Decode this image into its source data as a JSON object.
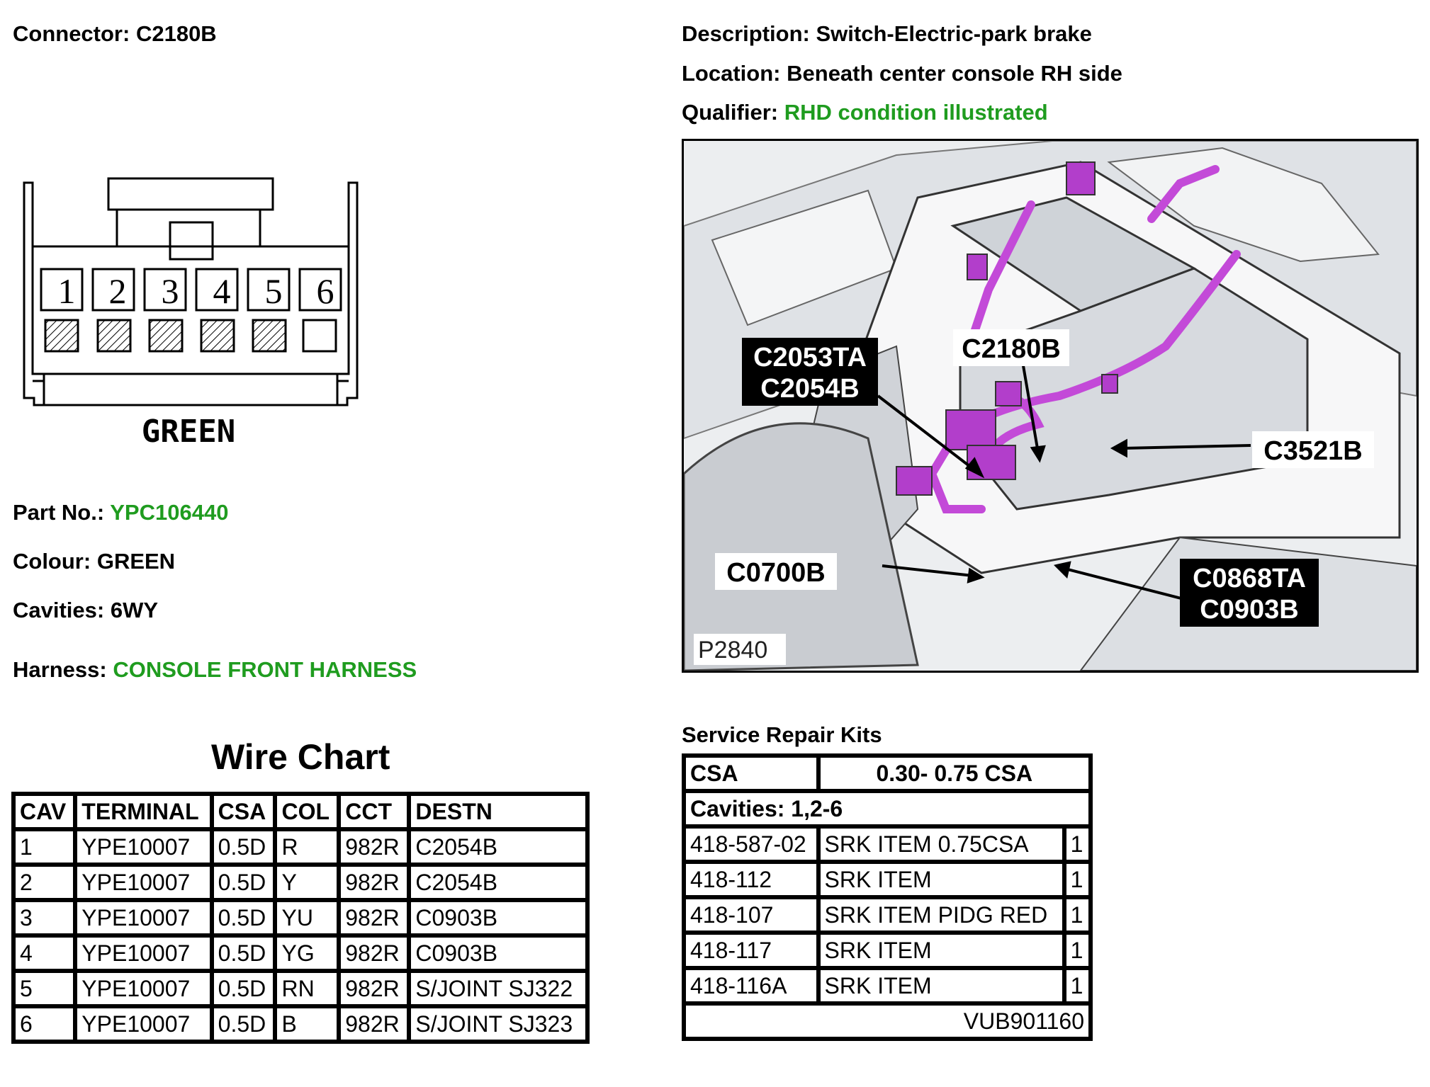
{
  "header": {
    "connector_key": "Connector:",
    "connector_value": "C2180B",
    "description_key": "Description:",
    "description_value": "Switch-Electric-park brake",
    "location_key": "Location:",
    "location_value": "Beneath center console RH side",
    "qualifier_key": "Qualifier:",
    "qualifier_value": "RHD condition illustrated"
  },
  "connector_diagram": {
    "pins": [
      "1",
      "2",
      "3",
      "4",
      "5",
      "6"
    ],
    "populated": [
      true,
      true,
      true,
      true,
      true,
      false
    ],
    "colour_label": "GREEN"
  },
  "details": {
    "part_key": "Part No.:",
    "part_value": "YPC106440",
    "colour_key": "Colour:",
    "colour_value": "GREEN",
    "cavities_key": "Cavities:",
    "cavities_value": "6WY",
    "harness_key": "Harness:",
    "harness_value": "CONSOLE FRONT HARNESS"
  },
  "photo": {
    "callouts": {
      "c2053ta": "C2053TA",
      "c2054b": "C2054B",
      "c2180b": "C2180B",
      "c3521b": "C3521B",
      "c0700b": "C0700B",
      "c0868ta": "C0868TA",
      "c0903b": "C0903B"
    },
    "image_id": "P2840"
  },
  "wire_chart": {
    "title": "Wire Chart",
    "headers": [
      "CAV",
      "TERMINAL",
      "CSA",
      "COL",
      "CCT",
      "DESTN"
    ],
    "rows": [
      [
        "1",
        "YPE10007",
        "0.5D",
        "R",
        "982R",
        "C2054B"
      ],
      [
        "2",
        "YPE10007",
        "0.5D",
        "Y",
        "982R",
        "C2054B"
      ],
      [
        "3",
        "YPE10007",
        "0.5D",
        "YU",
        "982R",
        "C0903B"
      ],
      [
        "4",
        "YPE10007",
        "0.5D",
        "YG",
        "982R",
        "C0903B"
      ],
      [
        "5",
        "YPE10007",
        "0.5D",
        "RN",
        "982R",
        "S/JOINT SJ322"
      ],
      [
        "6",
        "YPE10007",
        "0.5D",
        "B",
        "982R",
        "S/JOINT SJ323"
      ]
    ]
  },
  "service_repair_kits": {
    "title": "Service Repair Kits",
    "csa_key": "CSA",
    "csa_value": "0.30- 0.75 CSA",
    "cavities": "Cavities: 1,2-6",
    "rows": [
      [
        "418-587-02",
        "SRK ITEM 0.75CSA",
        "1"
      ],
      [
        "418-112",
        "SRK ITEM",
        "1"
      ],
      [
        "418-107",
        "SRK ITEM PIDG RED",
        "1"
      ],
      [
        "418-117",
        "SRK ITEM",
        "1"
      ],
      [
        "418-116A",
        "SRK ITEM",
        "1"
      ]
    ],
    "footer": "VUB901160"
  },
  "colors": {
    "accent_green": "#1f9c1f",
    "harness_purple": "#c34ad8"
  }
}
